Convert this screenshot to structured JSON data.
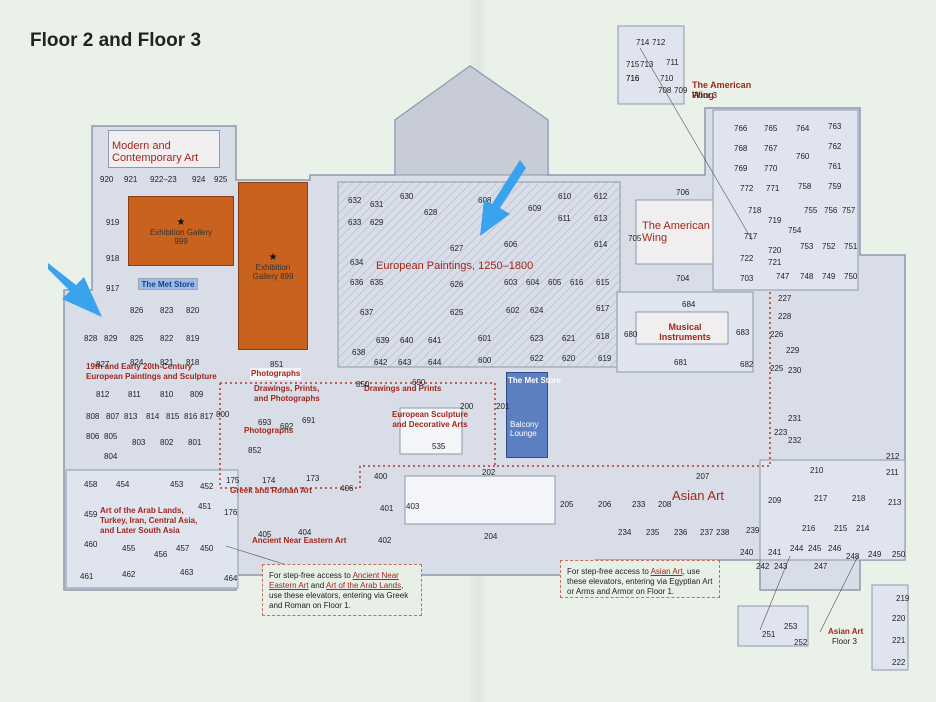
{
  "title": "Floor 2 and Floor 3",
  "wings": {
    "modern": "Modern and Contemporary Art",
    "exhibition999": "Exhibition Gallery 999",
    "exhibition899": "Exhibition Gallery 899",
    "metstore1": "The Met Store",
    "european_paintings": "European Paintings, 1250–1800",
    "american_wing": "The American Wing",
    "american_wing_floor3": "The American Wing",
    "floor3_a": "Floor 3",
    "musical_instruments": "Musical Instruments",
    "nineteenth": "19th and Early 20th-Century European Paintings and Sculpture",
    "photographs1": "Photographs",
    "drawings": "Drawings, Prints, and Photographs",
    "photographs2": "Photographs",
    "drawings_prints": "Drawings and Prints",
    "sculpture": "European Sculpture and Decorative Arts",
    "metstore2": "The Met Store",
    "balcony": "Balcony Lounge",
    "greek": "Greek and Roman Art",
    "arab": "Art of the Arab Lands, Turkey, Iran, Central Asia, and Later South Asia",
    "near_eastern": "Ancient Near Eastern Art",
    "asian": "Asian Art",
    "asian_floor3": "Asian Art",
    "floor3_b": "Floor 3"
  },
  "notes": {
    "left": {
      "pre": "For step-free access to ",
      "a": "Ancient Near Eastern Art",
      "mid": " and ",
      "b": "Art of the Arab Lands",
      "post": ", use these elevators, entering via Greek and Roman on Floor 1."
    },
    "right": {
      "pre": "For step-free access to ",
      "a": "Asian Art",
      "post": ", use these elevators, entering via Egyptian Art or Arms and Armor on Floor 1."
    }
  },
  "rooms": [
    "920",
    "921",
    "922–23",
    "924",
    "925",
    "919",
    "918",
    "917",
    "826",
    "823",
    "820",
    "828",
    "829",
    "825",
    "822",
    "819",
    "827",
    "824",
    "821",
    "818",
    "812",
    "811",
    "810",
    "809",
    "808",
    "807",
    "813",
    "814",
    "815",
    "816",
    "817",
    "800",
    "806",
    "805",
    "803",
    "802",
    "801",
    "804",
    "851",
    "850",
    "690",
    "693",
    "692",
    "691",
    "852",
    "632",
    "631",
    "630",
    "628",
    "633",
    "629",
    "608",
    "609",
    "610",
    "612",
    "611",
    "613",
    "614",
    "627",
    "606",
    "634",
    "636",
    "635",
    "626",
    "603",
    "604",
    "605",
    "616",
    "615",
    "637",
    "625",
    "602",
    "624",
    "617",
    "638",
    "639",
    "640",
    "641",
    "601",
    "623",
    "621",
    "618",
    "642",
    "643",
    "644",
    "600",
    "622",
    "620",
    "619",
    "706",
    "705",
    "704",
    "718",
    "719",
    "717",
    "716",
    "720",
    "721",
    "722",
    "703",
    "754",
    "766",
    "765",
    "764",
    "763",
    "768",
    "767",
    "762",
    "760",
    "769",
    "770",
    "761",
    "772",
    "771",
    "758",
    "759",
    "755",
    "756",
    "757",
    "753",
    "752",
    "751",
    "747",
    "748",
    "749",
    "750",
    "714",
    "712",
    "715",
    "713",
    "711",
    "716",
    "710",
    "708",
    "709",
    "684",
    "680",
    "683",
    "681",
    "682",
    "227",
    "228",
    "226",
    "229",
    "225",
    "230",
    "231",
    "223",
    "232",
    "201",
    "200",
    "535",
    "202",
    "207",
    "210",
    "211",
    "212",
    "213",
    "217",
    "218",
    "175",
    "174",
    "173",
    "176",
    "400",
    "406",
    "401",
    "403",
    "402",
    "405",
    "404",
    "458",
    "454",
    "453",
    "452",
    "459",
    "451",
    "460",
    "455",
    "456",
    "457",
    "450",
    "461",
    "462",
    "463",
    "464",
    "205",
    "206",
    "233",
    "208",
    "234",
    "235",
    "236",
    "237",
    "238",
    "239",
    "209",
    "216",
    "215",
    "214",
    "240",
    "241",
    "244",
    "245",
    "246",
    "242",
    "243",
    "247",
    "248",
    "249",
    "250",
    "204",
    "253",
    "251",
    "252",
    "219",
    "220",
    "221",
    "222"
  ],
  "colors": {
    "room": "#dfe4ee",
    "exhibition": "#c9611f",
    "highlight": "#a3261c",
    "metstore": "#5b7fc0",
    "arrow": "#3aa3ee"
  },
  "icons": [
    "elevator-icon",
    "restroom-icon",
    "info-icon",
    "star-icon",
    "arrow-icon"
  ]
}
